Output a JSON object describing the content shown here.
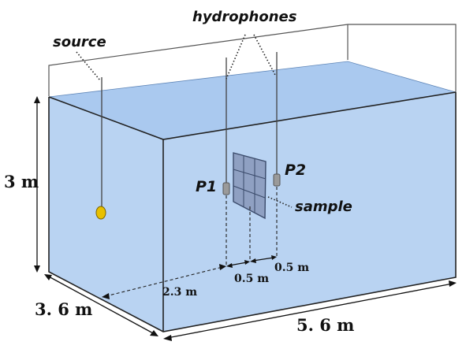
{
  "labels": {
    "source": "source",
    "hydrophones": "hydrophones",
    "p1": "P1",
    "p2": "P2",
    "sample": "sample"
  },
  "dimensions": {
    "height": "3 m",
    "width": "3. 6 m",
    "length": "5. 6 m",
    "distance_to_sample": "2.3 m",
    "p1_to_sample": "0.5 m",
    "sample_to_p2": "0.5 m"
  },
  "colors": {
    "water": "#b9d3f2",
    "water_top": "#aac9ef",
    "water_edge": "#5f86b8",
    "source_ball": "#e8c000",
    "sample_fill": "#8fa0c2"
  }
}
